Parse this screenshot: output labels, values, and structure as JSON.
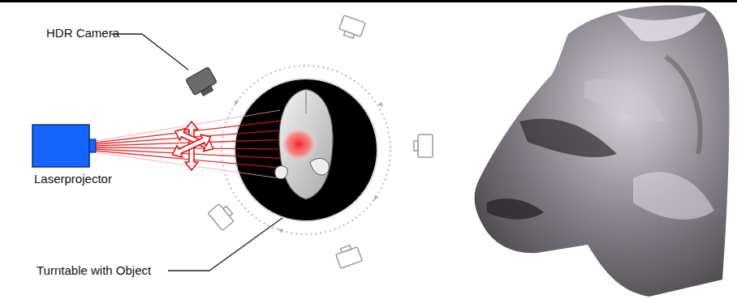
{
  "diagram": {
    "labels": [
      "HDR Camera",
      "Laserprojector",
      "Turntable with Object"
    ]
  }
}
